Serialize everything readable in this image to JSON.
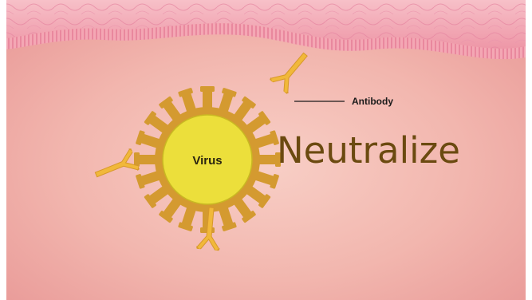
{
  "diagram": {
    "virus_label": "Virus",
    "antibody_label": "Antibody",
    "title": "Neutralize"
  },
  "colors": {
    "tissue": "#f0b2ab",
    "membrane": "#f4a7b4",
    "virus_core": "#ecdf3b",
    "virus_shell": "#d49a30",
    "antibody": "#f1b83a",
    "title_text": "#6b4a10"
  }
}
